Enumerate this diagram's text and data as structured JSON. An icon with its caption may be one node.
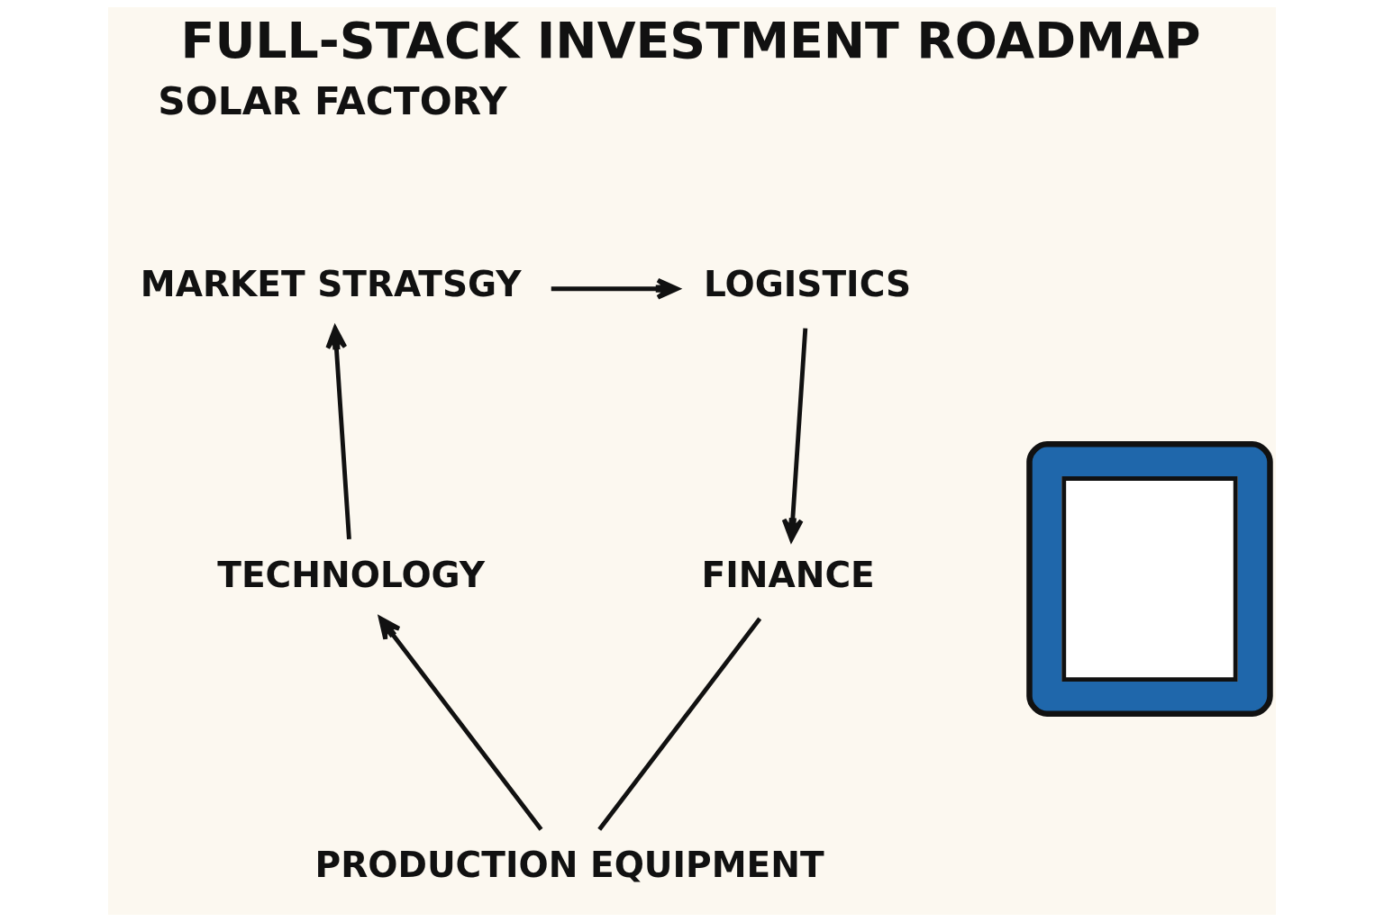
{
  "diagram": {
    "title": "FULL-STACK INVESTMENT ROADMAP",
    "nodes": [
      {
        "text": [
          "MARKET STRATSGY"
        ]
      },
      {
        "text": [],
        "shape": "picture"
      },
      {
        "text": [
          "LOGISTICS"
        ]
      },
      {
        "text": [
          "TECHNOLOGY"
        ]
      },
      {
        "text": [
          "FINANCE"
        ]
      },
      {
        "text": [
          "PRODUCTION EQUIPMENT"
        ]
      }
    ],
    "edges": [
      {
        "from": 0,
        "to": 2,
        "arrow": "to"
      },
      {
        "from": 2,
        "to": 4,
        "arrow": "to"
      },
      {
        "from": 4,
        "to": 5,
        "arrow": "none"
      },
      {
        "from": 5,
        "to": 3,
        "arrow": "to"
      },
      {
        "from": 3,
        "to": 0,
        "arrow": "to"
      }
    ],
    "labels": [
      "SOLAR FACTORY"
    ]
  }
}
